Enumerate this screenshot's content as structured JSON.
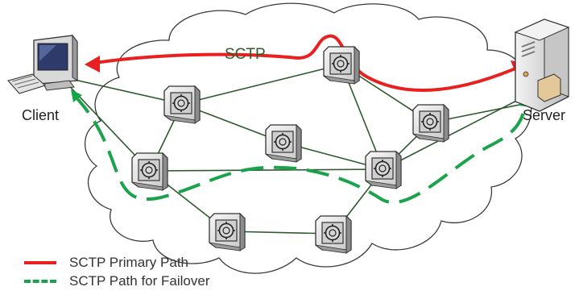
{
  "diagram": {
    "cloud_label": "SCTP",
    "client_label": "Client",
    "server_label": "Server"
  },
  "legend": {
    "primary": {
      "label": "SCTP Primary Path",
      "color": "#e8201f",
      "style": "solid"
    },
    "failover": {
      "label": "SCTP Path for Failover",
      "color": "#1aa34a",
      "style": "dashed"
    }
  },
  "colors": {
    "cloud_stroke": "#3a3a3a",
    "link": "#2f5a2f",
    "router_body": "#e9e9e9"
  },
  "icons": [
    "client-computer-icon",
    "server-icon",
    "router-icon"
  ]
}
